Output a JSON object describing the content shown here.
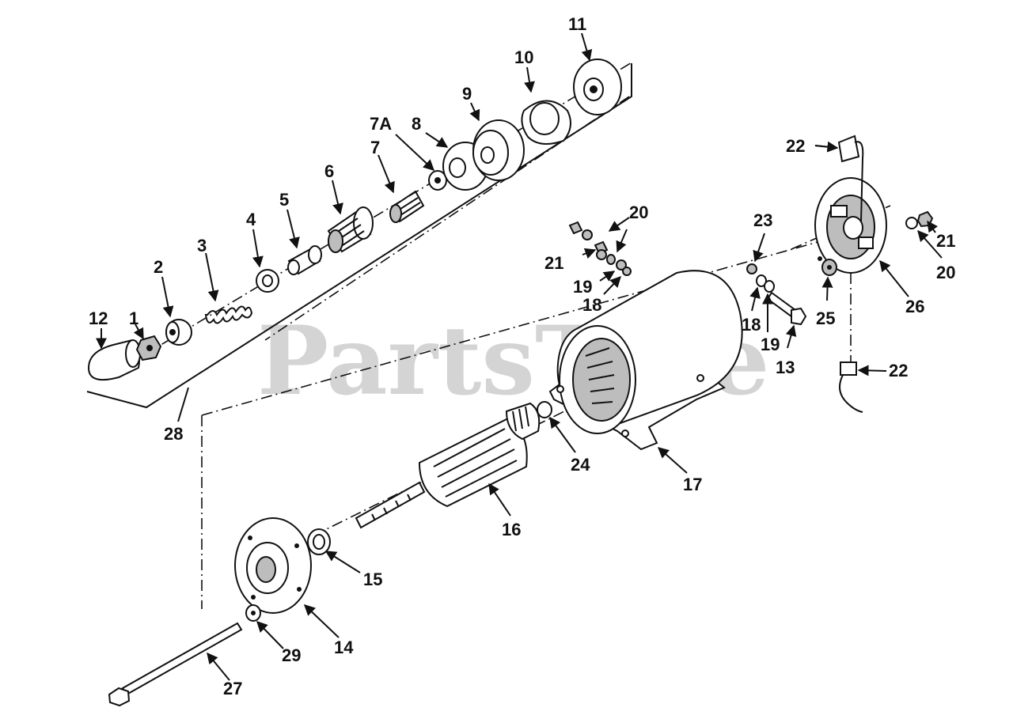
{
  "watermark": "PartsTree",
  "callouts": [
    {
      "id": "c1",
      "text": "1"
    },
    {
      "id": "c2",
      "text": "2"
    },
    {
      "id": "c3",
      "text": "3"
    },
    {
      "id": "c4",
      "text": "4"
    },
    {
      "id": "c5",
      "text": "5"
    },
    {
      "id": "c6",
      "text": "6"
    },
    {
      "id": "c7",
      "text": "7"
    },
    {
      "id": "c7a",
      "text": "7A"
    },
    {
      "id": "c8",
      "text": "8"
    },
    {
      "id": "c9",
      "text": "9"
    },
    {
      "id": "c10",
      "text": "10"
    },
    {
      "id": "c11",
      "text": "11"
    },
    {
      "id": "c12",
      "text": "12"
    },
    {
      "id": "c13",
      "text": "13"
    },
    {
      "id": "c14",
      "text": "14"
    },
    {
      "id": "c15",
      "text": "15"
    },
    {
      "id": "c16",
      "text": "16"
    },
    {
      "id": "c17",
      "text": "17"
    },
    {
      "id": "c18a",
      "text": "18"
    },
    {
      "id": "c18b",
      "text": "18"
    },
    {
      "id": "c19a",
      "text": "19"
    },
    {
      "id": "c19b",
      "text": "19"
    },
    {
      "id": "c20a",
      "text": "20"
    },
    {
      "id": "c20b",
      "text": "20"
    },
    {
      "id": "c21a",
      "text": "21"
    },
    {
      "id": "c21b",
      "text": "21"
    },
    {
      "id": "c22a",
      "text": "22"
    },
    {
      "id": "c22b",
      "text": "22"
    },
    {
      "id": "c23",
      "text": "23"
    },
    {
      "id": "c24",
      "text": "24"
    },
    {
      "id": "c25",
      "text": "25"
    },
    {
      "id": "c26",
      "text": "26"
    },
    {
      "id": "c27",
      "text": "27"
    },
    {
      "id": "c28",
      "text": "28"
    },
    {
      "id": "c29",
      "text": "29"
    }
  ]
}
